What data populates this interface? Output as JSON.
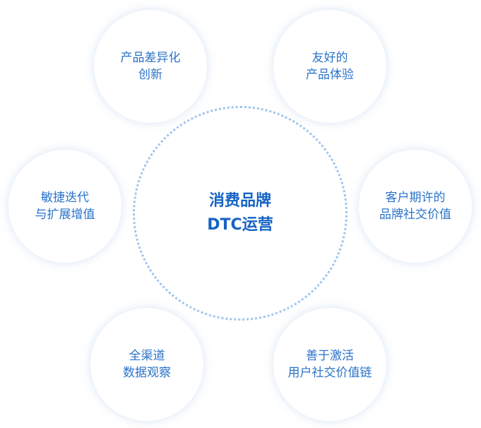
{
  "center": {
    "line1": "消费品牌",
    "line2": "DTC运营"
  },
  "nodes": [
    {
      "line1": "产品差异化",
      "line2": "创新"
    },
    {
      "line1": "友好的",
      "line2": "产品体验"
    },
    {
      "line1": "敏捷迭代",
      "line2": "与扩展增值"
    },
    {
      "line1": "客户期许的",
      "line2": "品牌社交价值"
    },
    {
      "line1": "全渠道",
      "line2": "数据观察"
    },
    {
      "line1": "善于激活",
      "line2": "用户社交价值链"
    }
  ],
  "colors": {
    "center_text": "#1763c4",
    "node_text": "#2a73c9",
    "dotted_ring": "#9ec6ef"
  }
}
